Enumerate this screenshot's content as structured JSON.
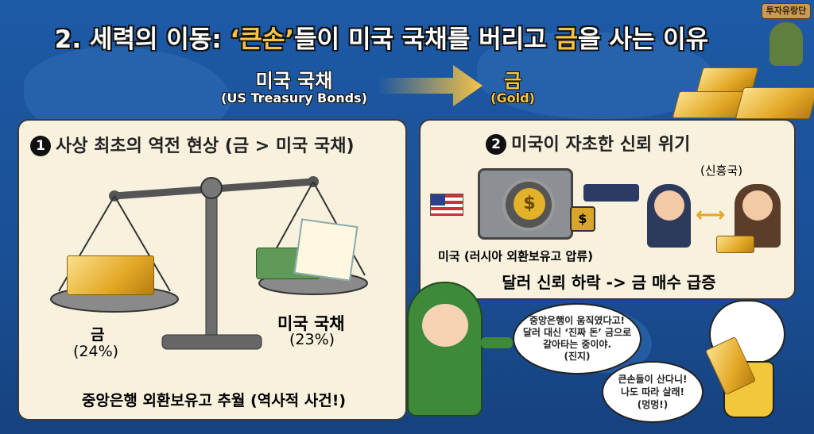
{
  "header": {
    "title_pre": "2. 세력의 이동: ",
    "title_quote": "‘큰손’",
    "title_mid": "들이 미국 국채를 버리고 ",
    "title_gold": "금",
    "title_post": "을 사는 이유",
    "badge": "투자유랑단"
  },
  "flow": {
    "from_label": "미국 국채",
    "from_sub": "(US Treasury Bonds)",
    "to_label": "금",
    "to_sub": "(Gold)"
  },
  "panel1": {
    "num": "1",
    "heading": "사상 최초의 역전 현상 (금 > 미국 국채)",
    "gold_label": "금",
    "gold_pct": "(24%)",
    "bond_label": "미국 국채",
    "bond_pct": "(23%)",
    "caption": "중앙은행 외환보유고 추월 (역사적 사건!)"
  },
  "panel2": {
    "num": "2",
    "heading": "미국이 자초한 신뢰 위기",
    "emerging": "(신흥국)",
    "us_note": "미국 (러시아 외환보유고 압류)",
    "caption": "달러 신뢰 하락 -> 금 매수 급증",
    "dollar": "$"
  },
  "bubble1": [
    "중앙은행이 움직였다고!",
    "달러 대신 ‘진짜 돈’ 금으로",
    "갈아타는 중이야.",
    "(진지)"
  ],
  "bubble2": [
    "큰손들이 산다니!",
    "나도 따라 살래!",
    "(멍멍!)"
  ]
}
